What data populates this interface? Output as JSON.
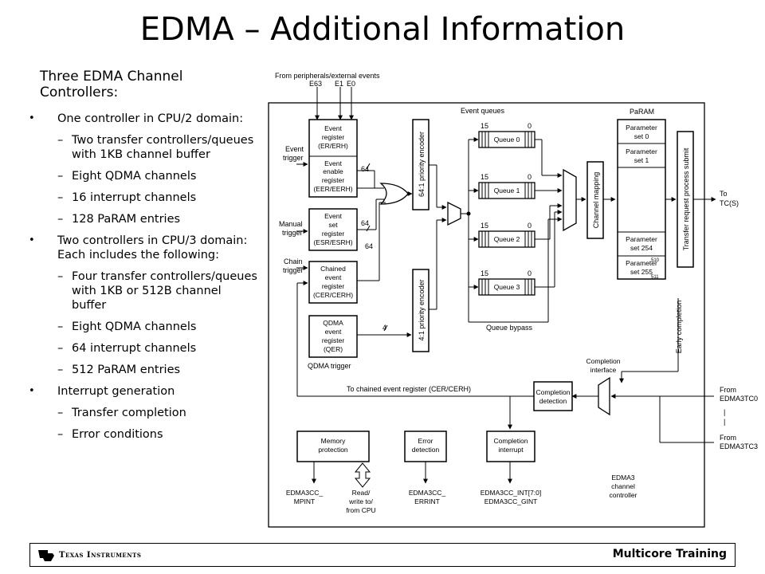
{
  "title": "EDMA – Additional Information",
  "left": {
    "heading": "Three EDMA Channel Controllers:",
    "bullets": [
      "One controller in CPU/2 domain:",
      "Two transfer controllers/queues with 1KB channel buffer",
      "Eight QDMA channels",
      "16 interrupt channels",
      "128 PaRAM entries",
      "Two controllers in CPU/3 domain: Each includes the following:",
      "Four transfer controllers/queues with 1KB or 512B channel buffer",
      "Eight QDMA channels",
      "64 interrupt channels",
      "512 PaRAM entries",
      "Interrupt generation",
      "Transfer completion",
      "Error conditions"
    ]
  },
  "diagram": {
    "from_peripherals": "From peripherals/external events",
    "e63": "E63",
    "e1": "E1",
    "e0": "E0",
    "event_queues": "Event queues",
    "param": "PaRAM",
    "event_trigger_1": "Event",
    "event_trigger_2": "trigger",
    "manual_trigger_1": "Manual",
    "manual_trigger_2": "trigger",
    "chain_trigger_1": "Chain",
    "chain_trigger_2": "trigger",
    "er_1": "Event",
    "er_2": "register",
    "er_3": "(ER/ERH)",
    "eer_1": "Event",
    "eer_2": "enable",
    "eer_3": "register",
    "eer_4": "(EER/EERH)",
    "esr_1": "Event",
    "esr_2": "set",
    "esr_3": "register",
    "esr_4": "(ESR/ESRH)",
    "cer_1": "Chained",
    "cer_2": "event",
    "cer_3": "register",
    "cer_4": "(CER/CERH)",
    "qer_1": "QDMA",
    "qer_2": "event",
    "qer_3": "register",
    "qer_4": "(QER)",
    "qdma_trigger": "QDMA trigger",
    "n64a": "64",
    "n64b": "64",
    "n64c": "64",
    "n4": "4",
    "enc64": "64:1 priority encoder",
    "enc4": "4:1 priority encoder",
    "q15": "15",
    "q0": "0",
    "queue0": "Queue 0",
    "queue1": "Queue 1",
    "queue2": "Queue 2",
    "queue3": "Queue 3",
    "queue_bypass": "Queue bypass",
    "channel_mapping": "Channel mapping",
    "ps0_1": "Parameter",
    "ps0_2": "set 0",
    "ps1_1": "Parameter",
    "ps1_2": "set 1",
    "ps254_1": "Parameter",
    "ps254_2": "set 254",
    "ps255_1": "Parameter",
    "ps255_2": "set 255",
    "n510": "510",
    "n511": "511",
    "trps": "Transfer request process submit",
    "to_tc_1": "To",
    "to_tc_2": "TC(S)",
    "early_completion": "Early completion",
    "completion_interface_1": "Completion",
    "completion_interface_2": "interface",
    "to_chained": "To chained event register (CER/CERH)",
    "completion_detection_1": "Completion",
    "completion_detection_2": "detection",
    "from_tc0_1": "From",
    "from_tc0_2": "EDMA3TC0",
    "from_tc3_1": "From",
    "from_tc3_2": "EDMA3TC3",
    "memprot_1": "Memory",
    "memprot_2": "protection",
    "errdet_1": "Error",
    "errdet_2": "detection",
    "compint_1": "Completion",
    "compint_2": "interrupt",
    "mpint_1": "EDMA3CC_",
    "mpint_2": "MPINT",
    "rw_1": "Read/",
    "rw_2": "write to/",
    "rw_3": "from CPU",
    "errint_1": "EDMA3CC_",
    "errint_2": "ERRINT",
    "int_1": "EDMA3CC_INT[7:0]",
    "int_2": "EDMA3CC_GINT",
    "cc_1": "EDMA3",
    "cc_2": "channel",
    "cc_3": "controller"
  },
  "footer": {
    "ti": "Texas Instruments",
    "training": "Multicore Training"
  }
}
